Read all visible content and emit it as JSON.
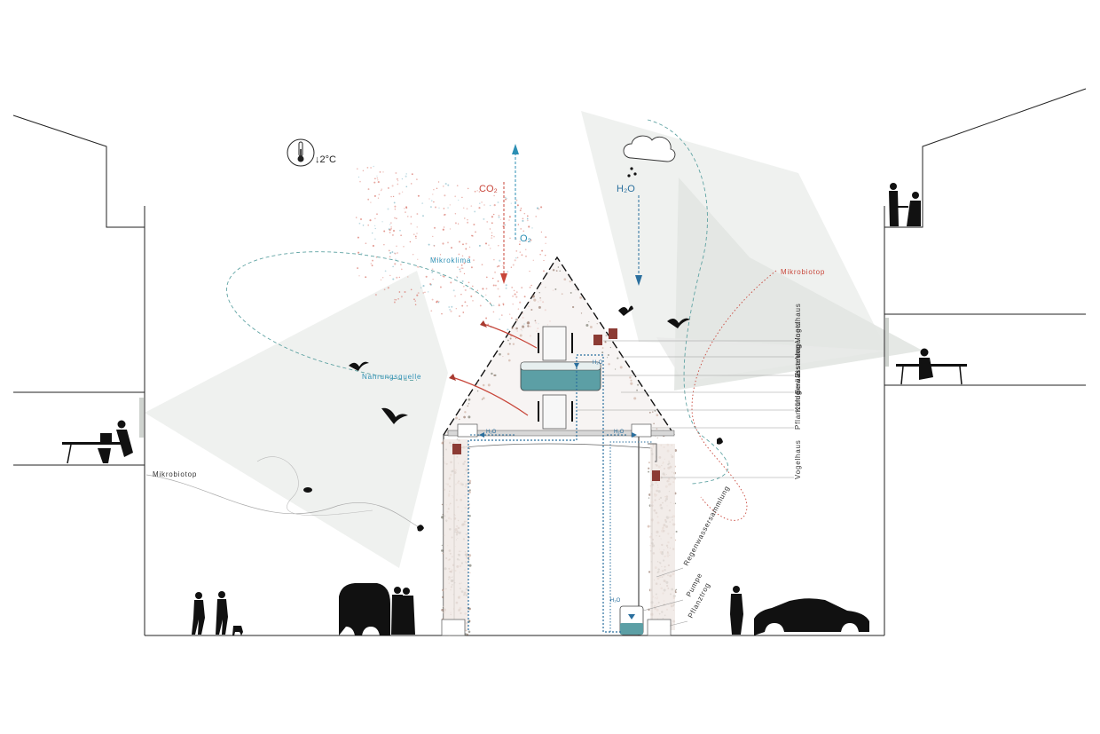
{
  "temperature": {
    "value": "↓2°C",
    "icon": "thermometer-icon"
  },
  "gases": {
    "co2": "CO₂",
    "o2": "O₂",
    "h2o": "H₂O"
  },
  "labels": {
    "mikroklima": "Mikroklima",
    "nahrungsquelle": "Nahrungsquelle",
    "mikrobiotop_left": "Mikrobiotop",
    "mikrobiotop_right": "Mikrobiotop"
  },
  "annotations_upper": [
    "Vogelhaus",
    "Vogelnetz",
    "Zisterne",
    "Bewässerung",
    "Kühlgeräte",
    "Pflanztrog"
  ],
  "annotation_mid": "Vogelhaus",
  "annotations_lower": [
    "Regenwassersammlung",
    "Pumpe",
    "Pflanztrog"
  ],
  "pipe_labels": {
    "h2o_left": "H₂O",
    "h2o_right": "H₂O",
    "h2o_top": "H₂O",
    "h2o_tank": "H₂O"
  },
  "colors": {
    "red": "#c8463a",
    "blue": "#2c8fb4",
    "teal": "#5fa3a3",
    "shade": "#e9ebe8",
    "shade_dark": "#dfe3df"
  }
}
